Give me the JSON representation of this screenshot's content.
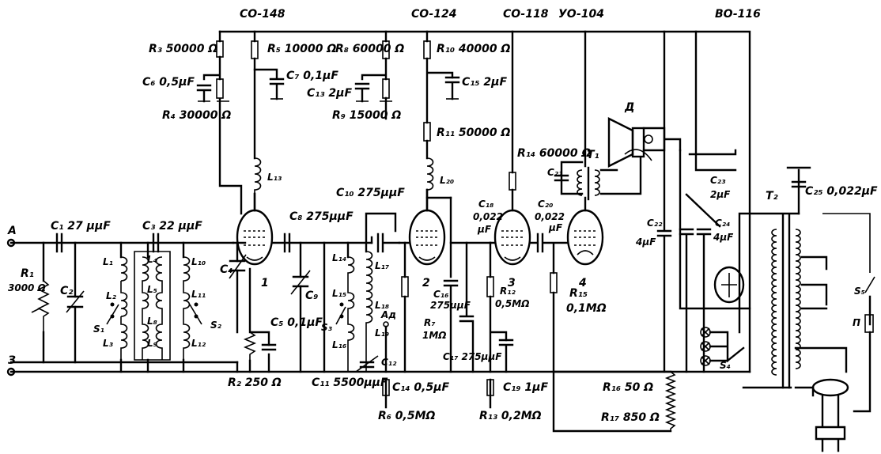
{
  "tubes": {
    "t1": "CO-148",
    "t2": "CO-124",
    "t3": "CO-118",
    "t4": "УO-104",
    "t5": "BO-116"
  },
  "terminals": {
    "ant": "A",
    "gnd": "З"
  },
  "numbers": {
    "n1": "1",
    "n2": "2",
    "n3": "3",
    "n4": "4"
  },
  "labels": {
    "R1": "R₁",
    "R1v": "3000 Ω",
    "C1": "C₁ 27 μμF",
    "C2": "C₂",
    "C3": "C₃ 22 μμF",
    "C4": "C₄",
    "C5": "C₅ 0,1μF",
    "C6": "C₆ 0,5μF",
    "C7": "C₇ 0,1μF",
    "C8": "C₈ 275μμF",
    "C9": "C₉",
    "C10": "C₁₀ 275μμF",
    "C11": "C₁₁ 5500μμF",
    "C12": "C₁₂",
    "C13": "C₁₃ 2μF",
    "C14": "C₁₄ 0,5μF",
    "C15": "C₁₅ 2μF",
    "C16": "C₁₆",
    "C16v": "275μμF",
    "C17": "C₁₇ 275μμF",
    "C18": "C₁₈",
    "C18v": "0,022",
    "C18u": "μF",
    "C19": "C₁₉ 1μF",
    "C20": "C₂₀",
    "C20v": "0,022",
    "C20u": "μF",
    "C21": "C₂₁",
    "C22": "C₂₂",
    "C22v": "4μF",
    "C23": "C₂₃",
    "C23v": "2μF",
    "C24": "C₂₄",
    "C24v": "4μF",
    "C25": "C₂₅ 0,022μF",
    "R2": "R₂ 250 Ω",
    "R3": "R₃ 50000 Ω",
    "R4": "R₄ 30000 Ω",
    "R5": "R₅ 10000 Ω",
    "R6": "R₆ 0,5MΩ",
    "R7": "R₇",
    "R7v": "1MΩ",
    "R8": "R₈ 60000 Ω",
    "R9": "R₉ 15000 Ω",
    "R10": "R₁₀ 40000 Ω",
    "R11": "R₁₁ 50000 Ω",
    "R12": "R₁₂",
    "R12v": "0,5MΩ",
    "R13": "R₁₃ 0,2MΩ",
    "R14": "R₁₄ 60000 Ω",
    "R15": "R₁₅",
    "R15v": "0,1MΩ",
    "R16": "R₁₆ 50 Ω",
    "R17": "R₁₇ 850 Ω",
    "L1": "L₁",
    "L2": "L₂",
    "L3": "L₃",
    "L4": "L₄",
    "L5": "L₅",
    "L6": "L₆",
    "L7": "L₇",
    "L8": "L₈",
    "L9": "L₉",
    "L10": "L₁₀",
    "L11": "L₁₁",
    "L12": "L₁₂",
    "L13": "L₁₃",
    "L14": "L₁₄",
    "L15": "L₁₅",
    "L16": "L₁₆",
    "L17": "L₁₇",
    "L18": "L₁₈",
    "L19": "L₁₉",
    "L20": "L₂₀",
    "S1": "S₁",
    "S2": "S₂",
    "S3": "S₃",
    "S4": "S₄",
    "S5": "S₅",
    "T1": "T₁",
    "T2": "T₂",
    "D": "Д",
    "P": "П",
    "Ad": "Aд"
  }
}
